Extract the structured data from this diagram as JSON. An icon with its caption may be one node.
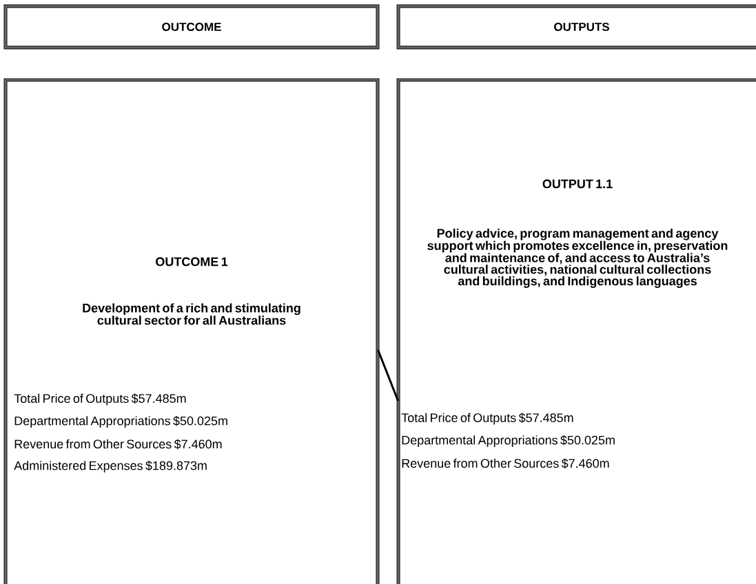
{
  "diagram": {
    "nodes": [
      {
        "text": [
          "OUTCOME"
        ]
      },
      {
        "text": [
          "OUTPUTS"
        ]
      },
      {
        "text": [
          "OUTCOME 1",
          "Development of a rich and stimulating cultural sector for all Australians",
          "Total Price of Outputs $57.485m",
          "Departmental Appropriations $50.025m",
          "Revenue from Other Sources $7.460m",
          "Administered Expenses $189.873m"
        ]
      },
      {
        "text": [
          "OUTPUT 1.1",
          "Policy advice, program management and agency support which promotes excellence in, preservation and maintenance of, and access to Australia’s cultural activities, national cultural collections and buildings, and Indigenous languages",
          "Total Price of Outputs $57.485m",
          "Departmental Appropriations $50.025m",
          "Revenue from Other Sources $7.460m"
        ]
      }
    ],
    "edges": [
      {
        "from": 2,
        "to": 3,
        "arrow": "none"
      }
    ]
  }
}
